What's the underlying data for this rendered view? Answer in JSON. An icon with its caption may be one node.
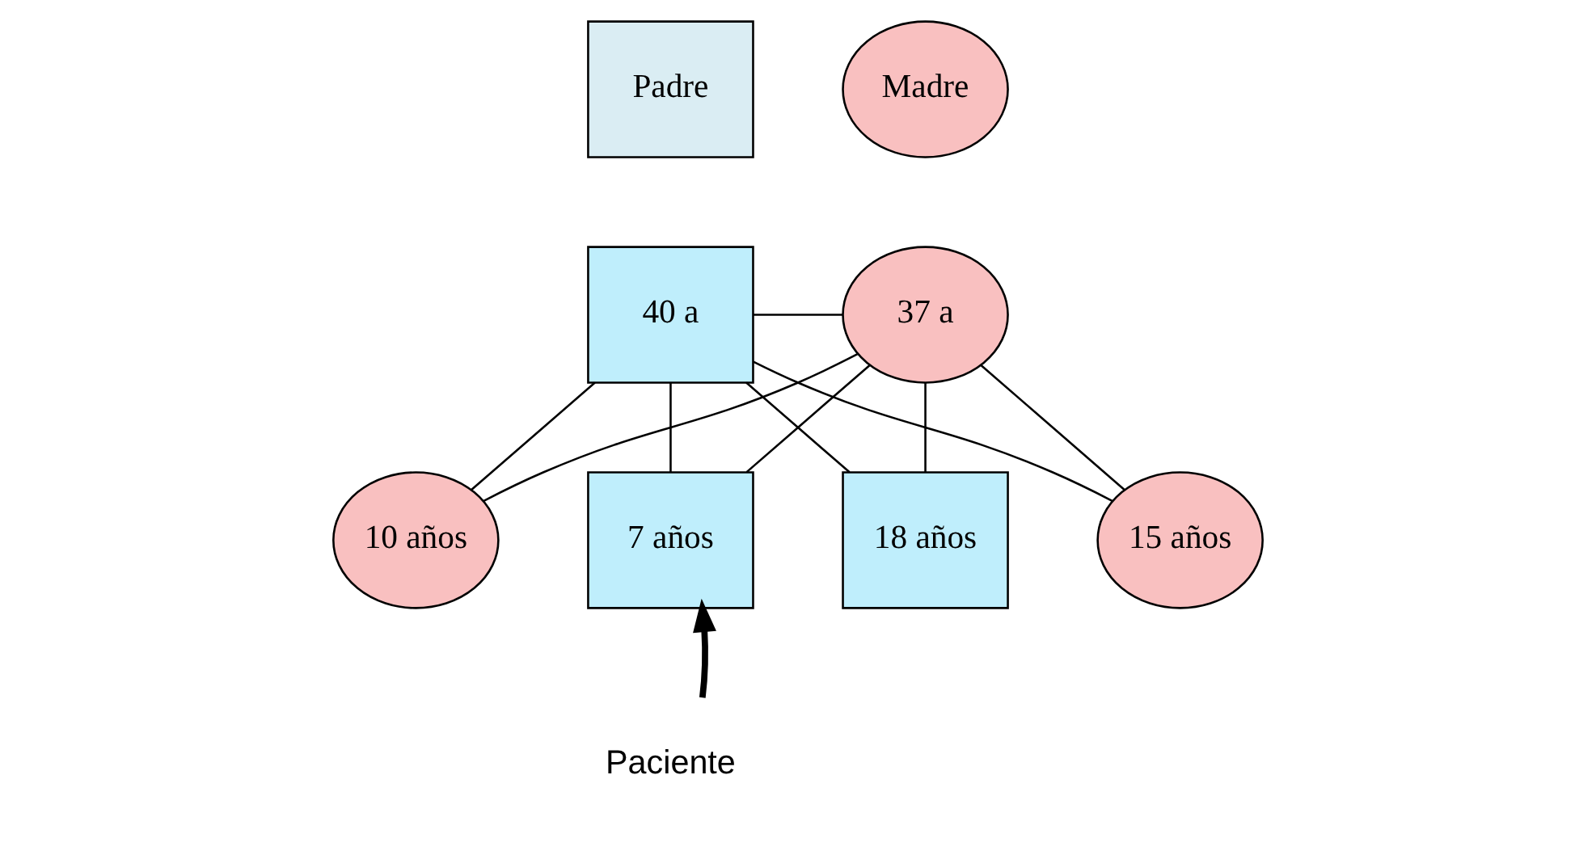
{
  "diagram": {
    "nodes": [
      {
        "text": [
          "Padre"
        ]
      },
      {
        "text": [
          "Madre"
        ]
      },
      {
        "text": [
          "40 a"
        ]
      },
      {
        "text": [
          "37 a"
        ]
      },
      {
        "text": [
          "18 años"
        ]
      },
      {
        "text": [
          "15 años"
        ]
      },
      {
        "text": [
          "10 años"
        ]
      },
      {
        "text": [
          "7 años"
        ]
      },
      {
        "text": [
          "Paciente"
        ]
      }
    ],
    "edges": [
      {
        "from": 2,
        "to": 3,
        "arrow": "none"
      },
      {
        "from": 2,
        "to": 4,
        "arrow": "none"
      },
      {
        "from": 2,
        "to": 5,
        "arrow": "none"
      },
      {
        "from": 2,
        "to": 6,
        "arrow": "none"
      },
      {
        "from": 2,
        "to": 7,
        "arrow": "none"
      },
      {
        "from": 3,
        "to": 4,
        "arrow": "none"
      },
      {
        "from": 3,
        "to": 5,
        "arrow": "none"
      },
      {
        "from": 3,
        "to": 6,
        "arrow": "none"
      },
      {
        "from": 3,
        "to": 7,
        "arrow": "none"
      },
      {
        "from": 8,
        "to": 7,
        "arrow": "to",
        "style": "thick"
      }
    ]
  }
}
